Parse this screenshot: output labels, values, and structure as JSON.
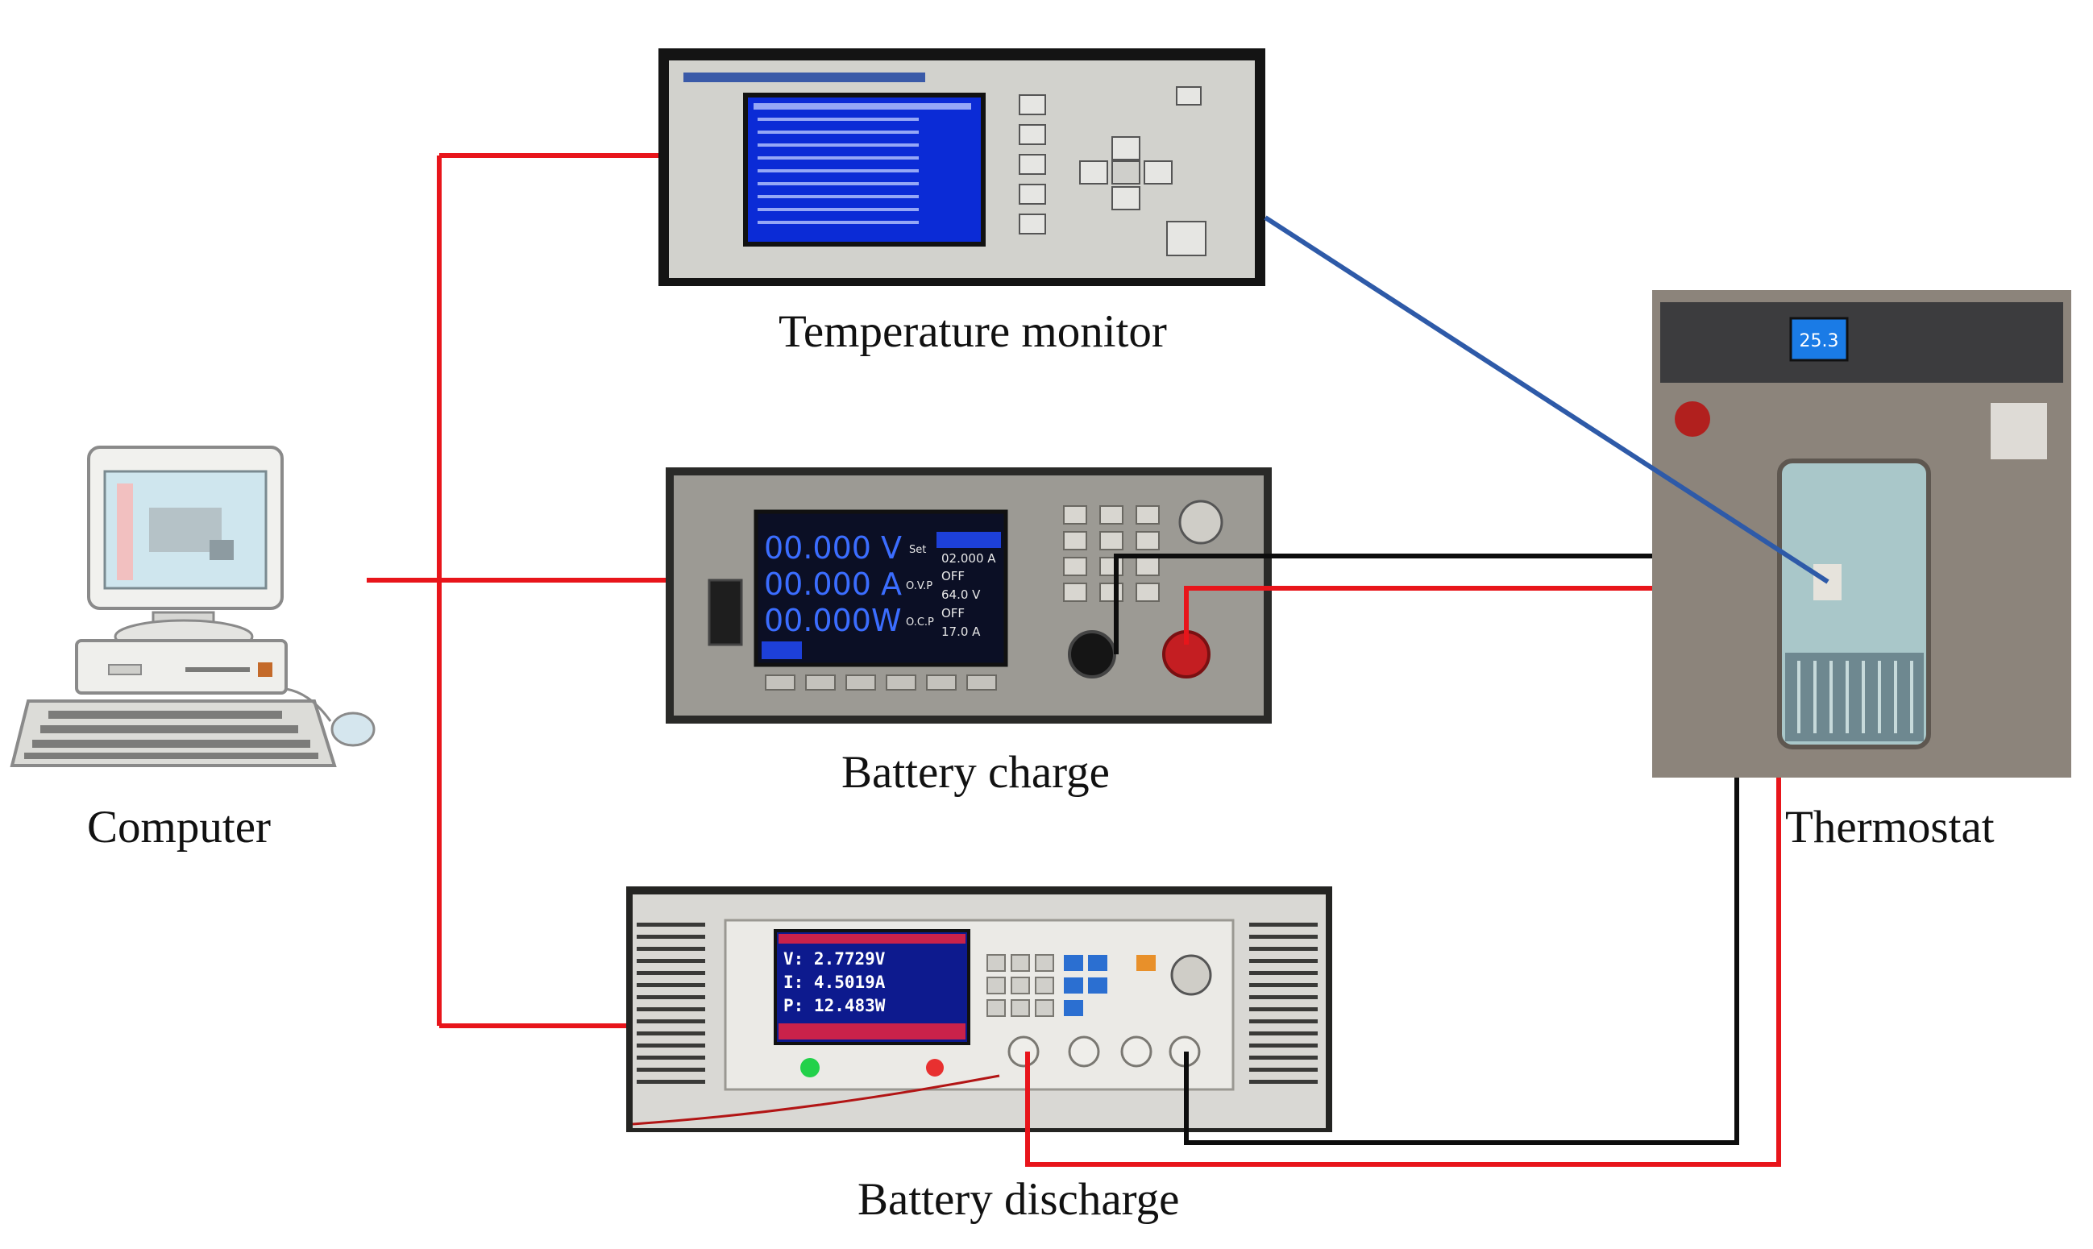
{
  "devices": {
    "computer": {
      "label": "Computer"
    },
    "temperature_monitor": {
      "label": "Temperature monitor"
    },
    "battery_charge": {
      "label": "Battery charge",
      "readouts": [
        "00.000 V",
        "00.000 A",
        "00.000W"
      ],
      "side_labels": [
        "Set",
        "O.V.P",
        "O.C.P"
      ],
      "side_values": [
        "02.000 A",
        "OFF",
        "64.0 V",
        "OFF",
        "17.0 A"
      ]
    },
    "battery_discharge": {
      "label": "Battery discharge",
      "readouts": [
        "V:  2.7729V",
        "I:  4.5019A",
        "P:  12.483W"
      ]
    },
    "thermostat": {
      "label": "Thermostat",
      "display_value": "25.3"
    }
  },
  "colors": {
    "data_link": "#e8151b",
    "positive_lead": "#e8151b",
    "negative_lead": "#0d0d0d",
    "sensor_lead": "#2e5aa8",
    "screen_blue": "#0b2bd6"
  }
}
